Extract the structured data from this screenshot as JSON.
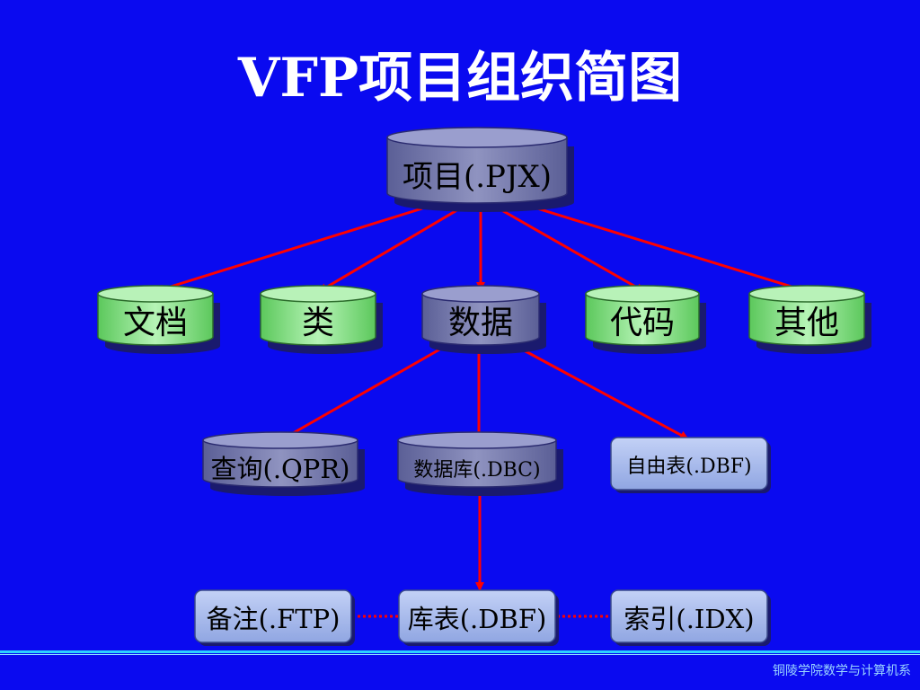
{
  "title": "VFP项目组织简图",
  "nodes": {
    "project": "项目(.PJX)",
    "doc": "文档",
    "class": "类",
    "data": "数据",
    "code": "代码",
    "other": "其他",
    "query": "查询(.QPR)",
    "database": "数据库(.DBC)",
    "freetable": "自由表(.DBF)",
    "memo": "备注(.FTP)",
    "dbtable": "库表(.DBF)",
    "index": "索引(.IDX)"
  },
  "colors": {
    "background": "#0a0af0",
    "cylinder_gray": "#7b7fae",
    "cylinder_green": "#8ee48e",
    "box_blue": "#a7b9ec",
    "arrow": "#ff0000"
  },
  "footer": "铜陵学院数学与计算机系"
}
